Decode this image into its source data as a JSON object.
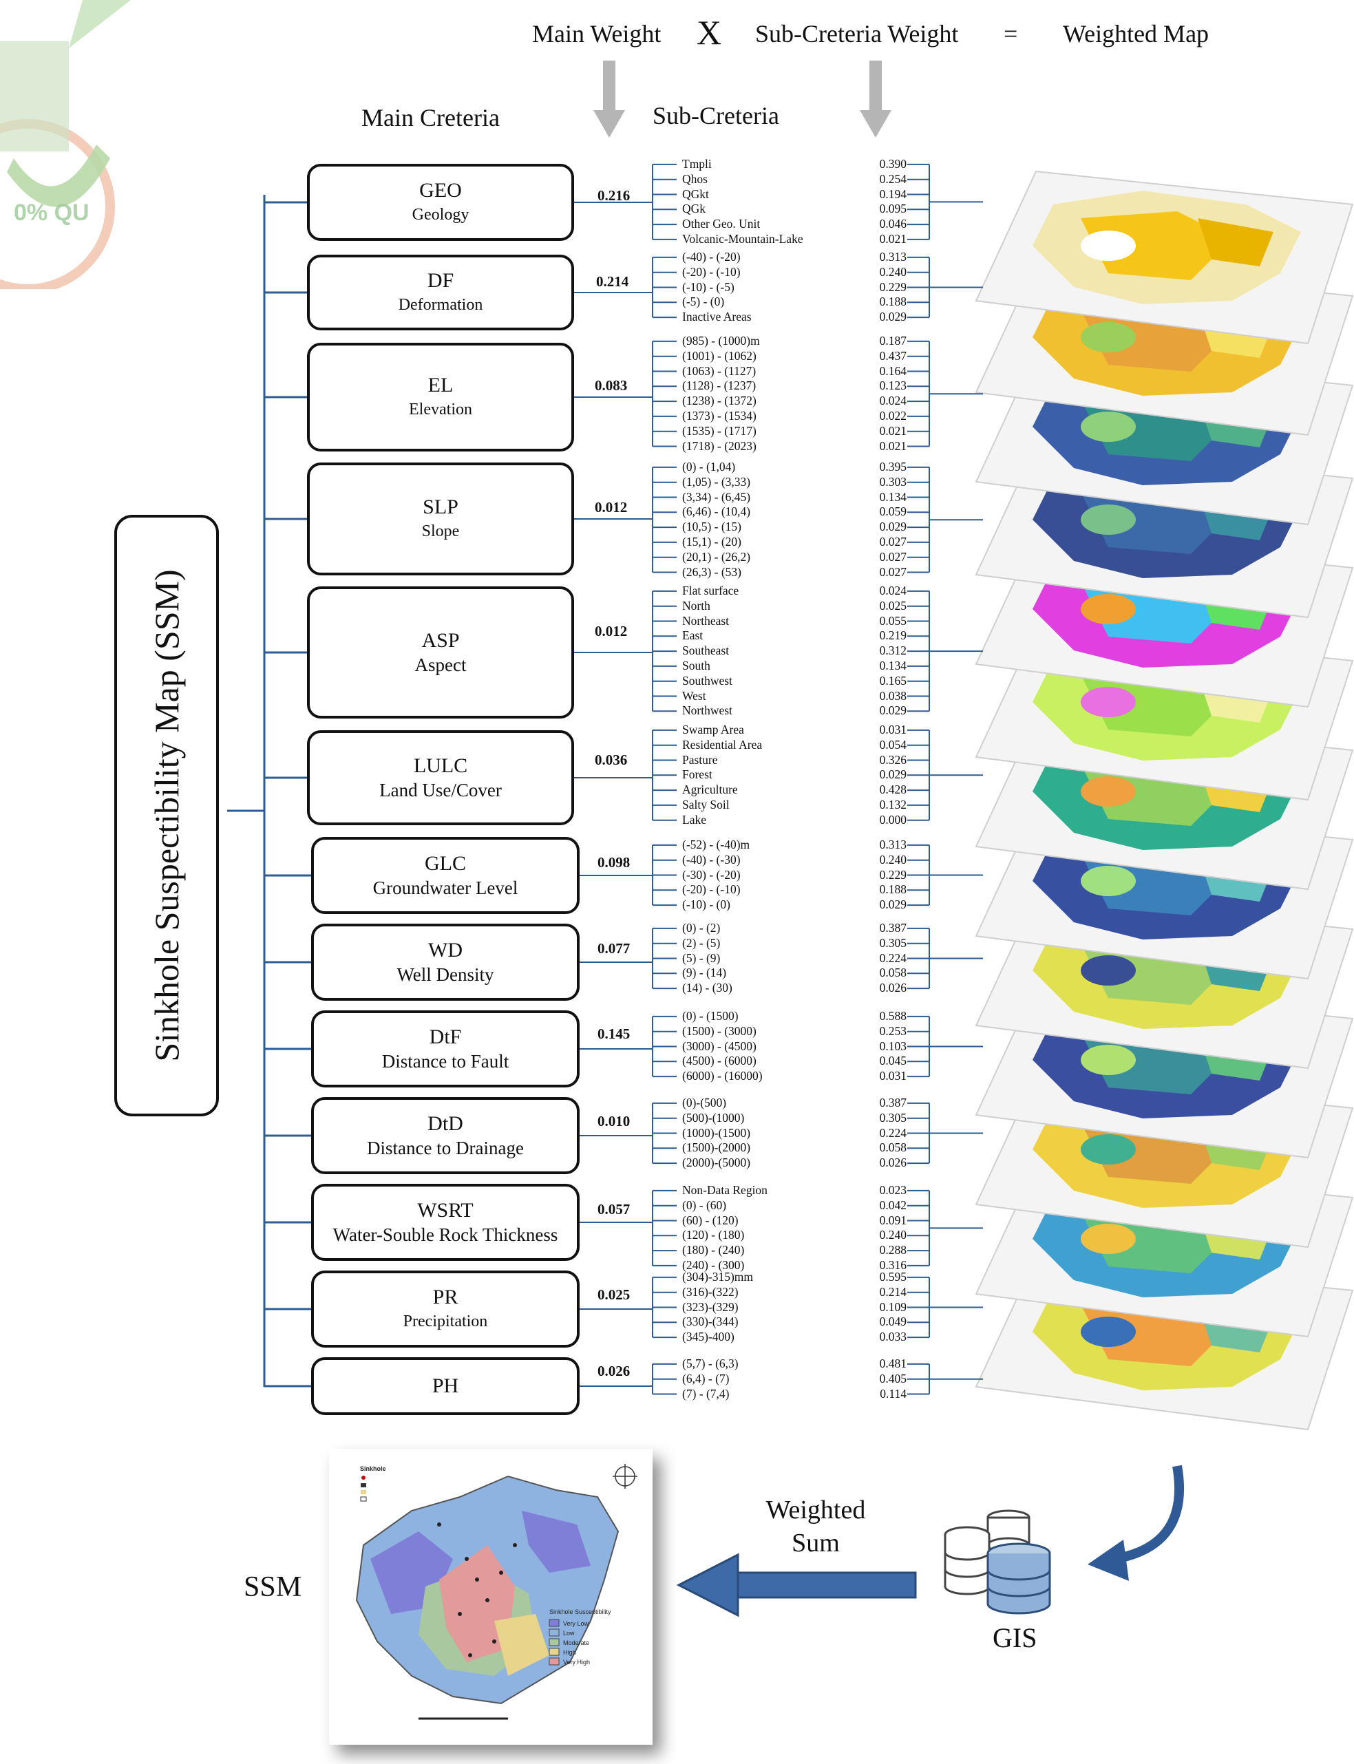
{
  "header": {
    "main_weight": "Main Weight",
    "times": "X",
    "sub_criteria_weight": "Sub-Creteria Weight",
    "equals": "=",
    "weighted_map": "Weighted Map"
  },
  "columns": {
    "main_criteria": "Main Creteria",
    "sub_criteria": "Sub-Creteria"
  },
  "ssm_title": "Sinkhole Suspectibility Map (SSM)",
  "criteria": [
    {
      "code": "GEO",
      "name": "Geology",
      "weight": "0.216",
      "sub": [
        "Tmpli",
        "Qhos",
        "QGkt",
        "QGk",
        "Other Geo. Unit",
        "Volcanic-Mountain-Lake"
      ],
      "vals": [
        "0.390",
        "0.254",
        "0.194",
        "0.095",
        "0.046",
        "0.021"
      ]
    },
    {
      "code": "DF",
      "name": "Deformation",
      "weight": "0.214",
      "sub": [
        "(-40) - (-20)",
        "(-20) - (-10)",
        "(-10) - (-5)",
        "(-5) - (0)",
        "Inactive Areas"
      ],
      "vals": [
        "0.313",
        "0.240",
        "0.229",
        "0.188",
        "0.029"
      ]
    },
    {
      "code": "EL",
      "name": "Elevation",
      "weight": "0.083",
      "sub": [
        "(985) - (1000)m",
        "(1001) - (1062)",
        "(1063) - (1127)",
        "(1128) - (1237)",
        "(1238) - (1372)",
        "(1373) - (1534)",
        "(1535) - (1717)",
        "(1718) - (2023)"
      ],
      "vals": [
        "0.187",
        "0.437",
        "0.164",
        "0.123",
        "0.024",
        "0.022",
        "0.021",
        "0.021"
      ]
    },
    {
      "code": "SLP",
      "name": "Slope",
      "weight": "0.012",
      "sub": [
        "(0) - (1,04)",
        "(1,05) - (3,33)",
        "(3,34) - (6,45)",
        "(6,46) - (10,4)",
        "(10,5) - (15)",
        "(15,1) - (20)",
        "(20,1) - (26,2)",
        "(26,3) - (53)"
      ],
      "vals": [
        "0.395",
        "0.303",
        "0.134",
        "0.059",
        "0.029",
        "0.027",
        "0.027",
        "0.027"
      ]
    },
    {
      "code": "ASP",
      "name": "Aspect",
      "weight": "0.012",
      "sub": [
        "Flat surface",
        "North",
        "Northeast",
        "East",
        "Southeast",
        "South",
        "Southwest",
        "West",
        "Northwest"
      ],
      "vals": [
        "0.024",
        "0.025",
        "0.055",
        "0.219",
        "0.312",
        "0.134",
        "0.165",
        "0.038",
        "0.029"
      ]
    },
    {
      "code": "LULC",
      "name": "Land Use/Cover",
      "weight": "0.036",
      "sub": [
        "Swamp Area",
        "Residential Area",
        "Pasture",
        "Forest",
        "Agriculture",
        "Salty Soil",
        "Lake"
      ],
      "vals": [
        "0.031",
        "0.054",
        "0.326",
        "0.029",
        "0.428",
        "0.132",
        "0.000"
      ]
    },
    {
      "code": "GLC",
      "name": "Groundwater Level",
      "weight": "0.098",
      "sub": [
        "(-52) - (-40)m",
        "(-40) - (-30)",
        "(-30) - (-20)",
        "(-20) - (-10)",
        "(-10) - (0)"
      ],
      "vals": [
        "0.313",
        "0.240",
        "0.229",
        "0.188",
        "0.029"
      ]
    },
    {
      "code": "WD",
      "name": "Well Density",
      "weight": "0.077",
      "sub": [
        "(0) - (2)",
        "(2) - (5)",
        "(5) - (9)",
        "(9) - (14)",
        "(14) - (30)"
      ],
      "vals": [
        "0.387",
        "0.305",
        "0.224",
        "0.058",
        "0.026"
      ]
    },
    {
      "code": "DtF",
      "name": "Distance to Fault",
      "weight": "0.145",
      "sub": [
        "(0) - (1500)",
        "(1500) - (3000)",
        "(3000) - (4500)",
        "(4500) - (6000)",
        "(6000) - (16000)"
      ],
      "vals": [
        "0.588",
        "0.253",
        "0.103",
        "0.045",
        "0.031"
      ]
    },
    {
      "code": "DtD",
      "name": "Distance to Drainage",
      "weight": "0.010",
      "sub": [
        "(0)-(500)",
        "(500)-(1000)",
        "(1000)-(1500)",
        "(1500)-(2000)",
        "(2000)-(5000)"
      ],
      "vals": [
        "0.387",
        "0.305",
        "0.224",
        "0.058",
        "0.026"
      ]
    },
    {
      "code": "WSRT",
      "name": "Water-Souble Rock Thickness",
      "weight": "0.057",
      "sub": [
        "Non-Data Region",
        "(0) - (60)",
        "(60) - (120)",
        "(120) - (180)",
        "(180) - (240)",
        "(240) - (300)"
      ],
      "vals": [
        "0.023",
        "0.042",
        "0.091",
        "0.240",
        "0.288",
        "0.316"
      ]
    },
    {
      "code": "PR",
      "name": "Precipitation",
      "weight": "0.025",
      "sub": [
        "(304)-315)mm",
        "(316)-(322)",
        "(323)-(329)",
        "(330)-(344)",
        "(345)-400)"
      ],
      "vals": [
        "0.595",
        "0.214",
        "0.109",
        "0.049",
        "0.033"
      ]
    },
    {
      "code": "PH",
      "name": "",
      "weight": "0.026",
      "sub": [
        "(5,7) - (6,3)",
        "(6,4) - (7)",
        "(7) - (7,4)"
      ],
      "vals": [
        "0.481",
        "0.405",
        "0.114"
      ]
    }
  ],
  "bottom": {
    "weighted_sum_line1": "Weighted",
    "weighted_sum_line2": "Sum",
    "gis": "GIS",
    "ssm": "SSM"
  },
  "ssm_map_legend": {
    "title": "Sinkhole Susceptibility",
    "items": [
      "Very Low",
      "Low",
      "Moderate",
      "High",
      "Very High"
    ],
    "colors": [
      "#7f7fd8",
      "#8fb3e0",
      "#a9c8a0",
      "#e8d48a",
      "#e39a9a"
    ]
  },
  "colors": {
    "tree_line": "#2d5b93",
    "arrow_gray": "#b5b5b5",
    "big_arrow": "#3e6aa8"
  }
}
